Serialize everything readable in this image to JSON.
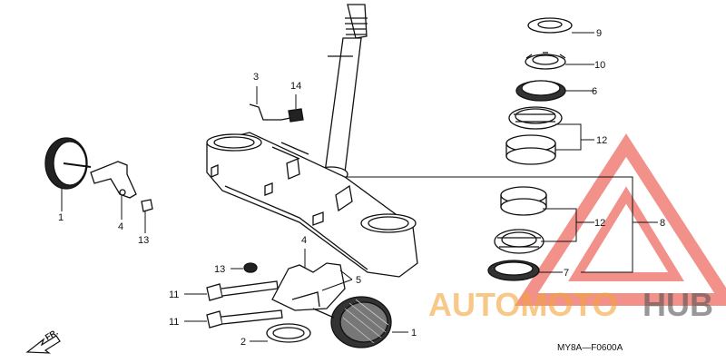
{
  "diagram": {
    "code": "MY8A—F0600A",
    "direction_label": "FR.",
    "part_numbers": {
      "p1_left": "1",
      "p1_right": "1",
      "p2": "2",
      "p3": "3",
      "p4_top": "4",
      "p4_bottom": "4",
      "p5": "5",
      "p6": "6",
      "p7": "7",
      "p8": "8",
      "p9": "9",
      "p10": "10",
      "p11_top": "11",
      "p11_bottom": "11",
      "p12_top": "12",
      "p12_bottom": "12",
      "p13_left": "13",
      "p13_bottom": "13",
      "p14": "14"
    }
  },
  "watermark": {
    "part1": "AUTOMOTO",
    "part2": "HUB",
    "color_primary": "#e8372c",
    "color_secondary": "#f2a43a",
    "color_dark": "#555555"
  }
}
